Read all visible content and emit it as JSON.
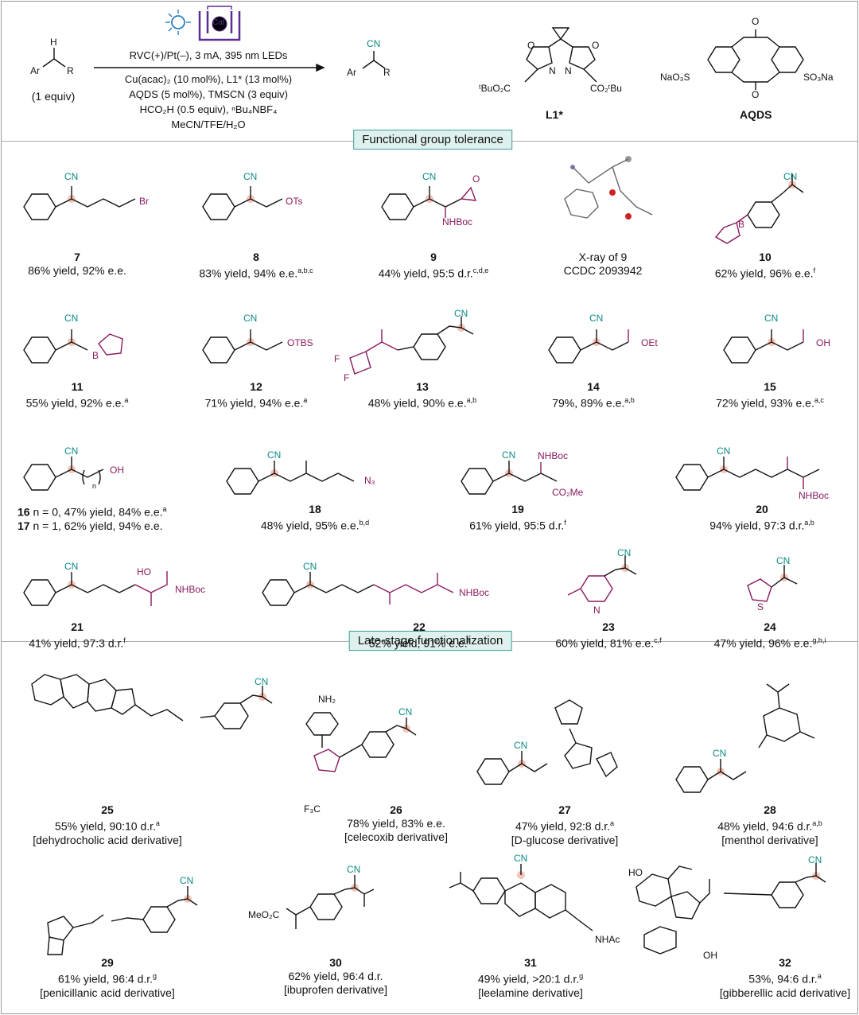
{
  "scheme": {
    "substrate_atoms": [
      "H",
      "Ar",
      "R"
    ],
    "substrate_equiv": "(1 equiv)",
    "product_atoms": [
      "CN",
      "Ar",
      "R"
    ],
    "cat_label": "Cat",
    "conditions": [
      "RVC(+)/Pt(–), 3 mA, 395 nm LEDs",
      "Cu(acac)₂ (10 mol%), L1* (13 mol%)",
      "AQDS (5 mol%), TMSCN (3 equiv)",
      "HCO₂H (0.5 equiv), ⁿBu₄NBF₄",
      "MeCN/TFE/H₂O"
    ],
    "ligand_label": "L1*",
    "ligand_atoms": [
      "O",
      "N",
      "N",
      "O",
      "ᵗBuO₂C",
      "CO₂ᵗBu"
    ],
    "aqds_label": "AQDS",
    "aqds_atoms": [
      "O",
      "O",
      "NaO₃S",
      "SO₃Na"
    ]
  },
  "sections": {
    "fgt": "Functional group tolerance",
    "lsf": "Late-stage functionalization"
  },
  "compounds": [
    {
      "id": "7",
      "num": "7",
      "desc": "86% yield, 92% e.e.",
      "sup": ""
    },
    {
      "id": "8",
      "num": "8",
      "desc": "83% yield, 94% e.e.",
      "sup": "a,b,c"
    },
    {
      "id": "9",
      "num": "9",
      "desc": "44% yield, 95:5 d.r.",
      "sup": "c,d,e"
    },
    {
      "id": "xray",
      "num": "",
      "desc": "X-ray of 9",
      "sup": "",
      "extra": "CCDC 2093942"
    },
    {
      "id": "10",
      "num": "10",
      "desc": "62% yield, 96% e.e.",
      "sup": "f"
    },
    {
      "id": "11",
      "num": "11",
      "desc": "55% yield, 92% e.e.",
      "sup": "a"
    },
    {
      "id": "12",
      "num": "12",
      "desc": "71% yield, 94% e.e.",
      "sup": "a"
    },
    {
      "id": "13",
      "num": "13",
      "desc": "48% yield, 90% e.e.",
      "sup": "a,b"
    },
    {
      "id": "14",
      "num": "14",
      "desc": "79%, 89% e.e.",
      "sup": "a,b"
    },
    {
      "id": "15",
      "num": "15",
      "desc": "72% yield, 93% e.e.",
      "sup": "a,c"
    },
    {
      "id": "16",
      "num": "16",
      "desc": " n = 0, 47% yield, 84% e.e.",
      "sup": "a"
    },
    {
      "id": "17",
      "num": "17",
      "desc": " n = 1, 62% yield, 94% e.e.",
      "sup": ""
    },
    {
      "id": "18",
      "num": "18",
      "desc": "48% yield, 95% e.e.",
      "sup": "b,d"
    },
    {
      "id": "19",
      "num": "19",
      "desc": "61% yield, 95:5 d.r.",
      "sup": "f"
    },
    {
      "id": "20",
      "num": "20",
      "desc": "94% yield, 97:3 d.r.",
      "sup": "a,b"
    },
    {
      "id": "21",
      "num": "21",
      "desc": "41% yield, 97:3 d.r.",
      "sup": "f"
    },
    {
      "id": "22",
      "num": "22",
      "desc": "52% yield, 91% e.e.",
      "sup": "f"
    },
    {
      "id": "23",
      "num": "23",
      "desc": "60% yield, 81% e.e.",
      "sup": "c,f"
    },
    {
      "id": "24",
      "num": "24",
      "desc": "47% yield, 96% e.e.",
      "sup": "g,h,i"
    },
    {
      "id": "25",
      "num": "25",
      "desc": "55% yield, 90:10 d.r.",
      "sup": "a",
      "extra": "[dehydrocholic acid derivative]"
    },
    {
      "id": "26",
      "num": "26",
      "desc": "78% yield, 83% e.e.",
      "sup": "",
      "extra": "[celecoxib derivative]"
    },
    {
      "id": "27",
      "num": "27",
      "desc": "47% yield, 92:8 d.r.",
      "sup": "a",
      "extra": "[D-glucose derivative]"
    },
    {
      "id": "28",
      "num": "28",
      "desc": "48% yield, 94:6 d.r.",
      "sup": "a,b",
      "extra": "[menthol derivative]"
    },
    {
      "id": "29",
      "num": "29",
      "desc": "61% yield, 96:4 d.r.",
      "sup": "g",
      "extra": "[penicillanic acid derivative]"
    },
    {
      "id": "30",
      "num": "30",
      "desc": "62% yield, 96:4 d.r.",
      "sup": "",
      "extra": "[ibuprofen derivative]"
    },
    {
      "id": "31",
      "num": "31",
      "desc": "49% yield, >20:1 d.r.",
      "sup": "g",
      "extra": "[leelamine derivative]"
    },
    {
      "id": "32",
      "num": "32",
      "desc": "53%, 94:6 d.r.",
      "sup": "a",
      "extra": "[gibberellic acid derivative]"
    }
  ],
  "atom_labels": {
    "cn": "CN",
    "br": "Br",
    "ots": "OTs",
    "nhboc": "NHBoc",
    "o": "O",
    "b": "B",
    "otbs": "OTBS",
    "f": "F",
    "oet": "OEt",
    "oh": "OH",
    "n_sub": "n",
    "n3": "N₃",
    "co2me": "CO₂Me",
    "ho": "HO",
    "h": "H",
    "n": "N",
    "s": "S",
    "nh2": "NH₂",
    "f3c": "F₃C",
    "meo2c": "MeO₂C",
    "nhac": "NHAc"
  },
  "colors": {
    "cyano": "#0b8b84",
    "fg": "#8a1a5e",
    "highlight": "#f5c4b6",
    "section_fill": "#dff1ee",
    "section_border": "#3f9d95"
  }
}
